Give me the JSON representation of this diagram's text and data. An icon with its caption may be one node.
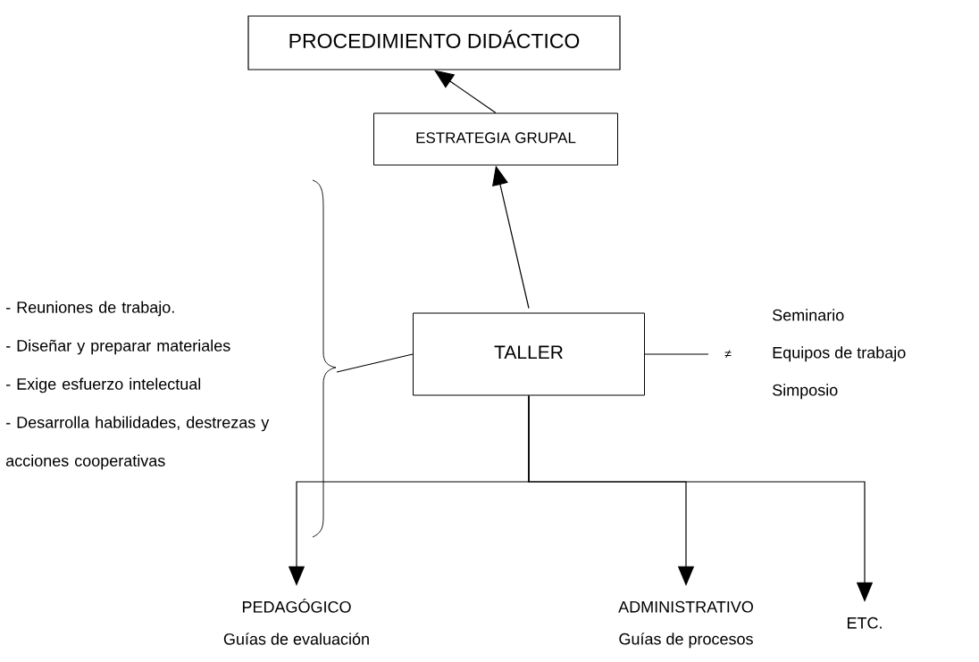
{
  "diagram": {
    "nodes": [
      {
        "text": [
          "PROCEDIMIENTO DIDÁCTICO"
        ]
      },
      {
        "text": [
          "ESTRATEGIA GRUPAL"
        ]
      },
      {
        "text": [
          "TALLER"
        ]
      },
      {
        "text": [
          "- Reuniones de trabajo.",
          "- Diseñar y preparar materiales",
          "- Exige esfuerzo intelectual",
          "- Desarrolla habilidades, destrezas y acciones cooperativas"
        ]
      },
      {
        "text": [
          "Seminario",
          "Equipos de trabajo",
          "Simposio"
        ]
      },
      {
        "text": [
          "PEDAGÓGICO",
          "Guías de evaluación"
        ]
      },
      {
        "text": [
          "ADMINISTRATIVO",
          "Guías de procesos"
        ]
      },
      {
        "text": [
          "ETC."
        ]
      }
    ],
    "edges": [
      {
        "from": 2,
        "to": 1,
        "arrow": "to"
      },
      {
        "from": 1,
        "to": 0,
        "arrow": "to"
      },
      {
        "from": 2,
        "to": 3,
        "arrow": "none"
      },
      {
        "from": 2,
        "to": 4,
        "arrow": "none",
        "label": "≠"
      },
      {
        "from": 2,
        "to": 5,
        "arrow": "to"
      },
      {
        "from": 2,
        "to": 6,
        "arrow": "to"
      },
      {
        "from": 2,
        "to": 7,
        "arrow": "to"
      }
    ]
  }
}
